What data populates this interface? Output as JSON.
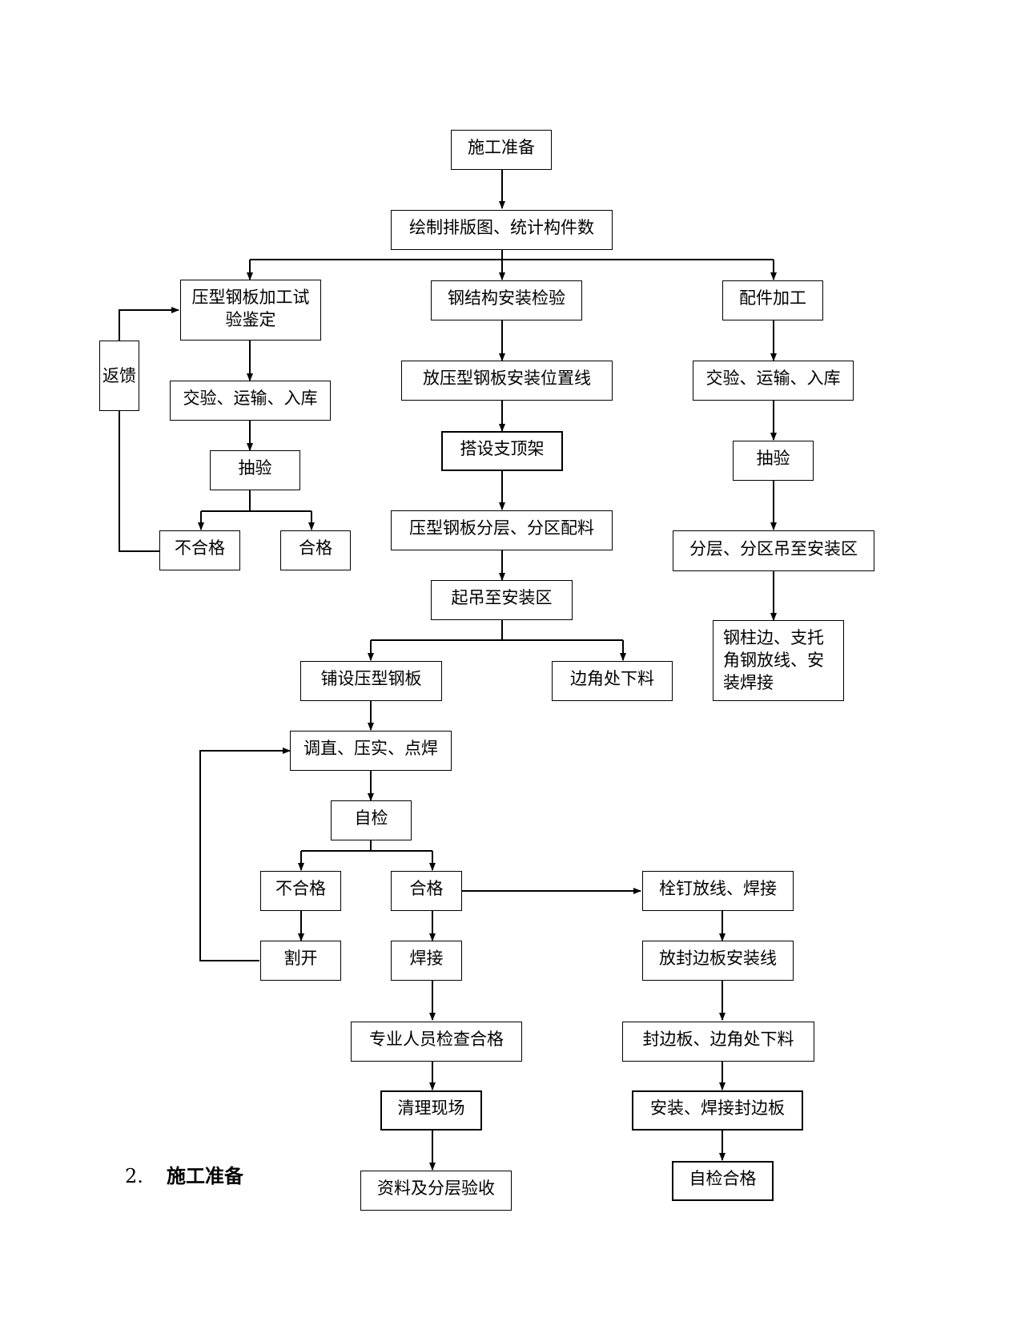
{
  "nodes": {
    "start": "施工准备",
    "drawing": "绘制排版图、统计构件数",
    "deck_test": "压型钢板加工试验鉴定",
    "steel_check": "钢结构安装检验",
    "accessory": "配件加工",
    "left_accept": "交验、运输、入库",
    "layout_line": "放压型钢板安装位置线",
    "right_accept": "交验、运输、入库",
    "left_sample": "抽验",
    "support": "搭设支顶架",
    "right_sample": "抽验",
    "left_fail": "不合格",
    "left_pass": "合格",
    "feedback": "返馈",
    "zoning": "压型钢板分层、分区配料",
    "right_lift": "分层、分区吊至安装区",
    "lift": "起吊至安装区",
    "column_edge": "钢柱边、支托角钢放线、安装焊接",
    "lay": "铺设压型钢板",
    "corner_cut": "边角处下料",
    "align": "调直、压实、点焊",
    "self_check": "自检",
    "fail": "不合格",
    "pass": "合格",
    "stud": "栓钉放线、焊接",
    "cut": "割开",
    "weld": "焊接",
    "edge_line": "放封边板安装线",
    "inspect": "专业人员检查合格",
    "edge_cut": "封边板、边角处下料",
    "clean": "清理现场",
    "install_edge": "安装、焊接封边板",
    "records": "资料及分层验收",
    "final_check": "自检合格"
  },
  "section": {
    "number": "2.",
    "title": "施工准备"
  }
}
